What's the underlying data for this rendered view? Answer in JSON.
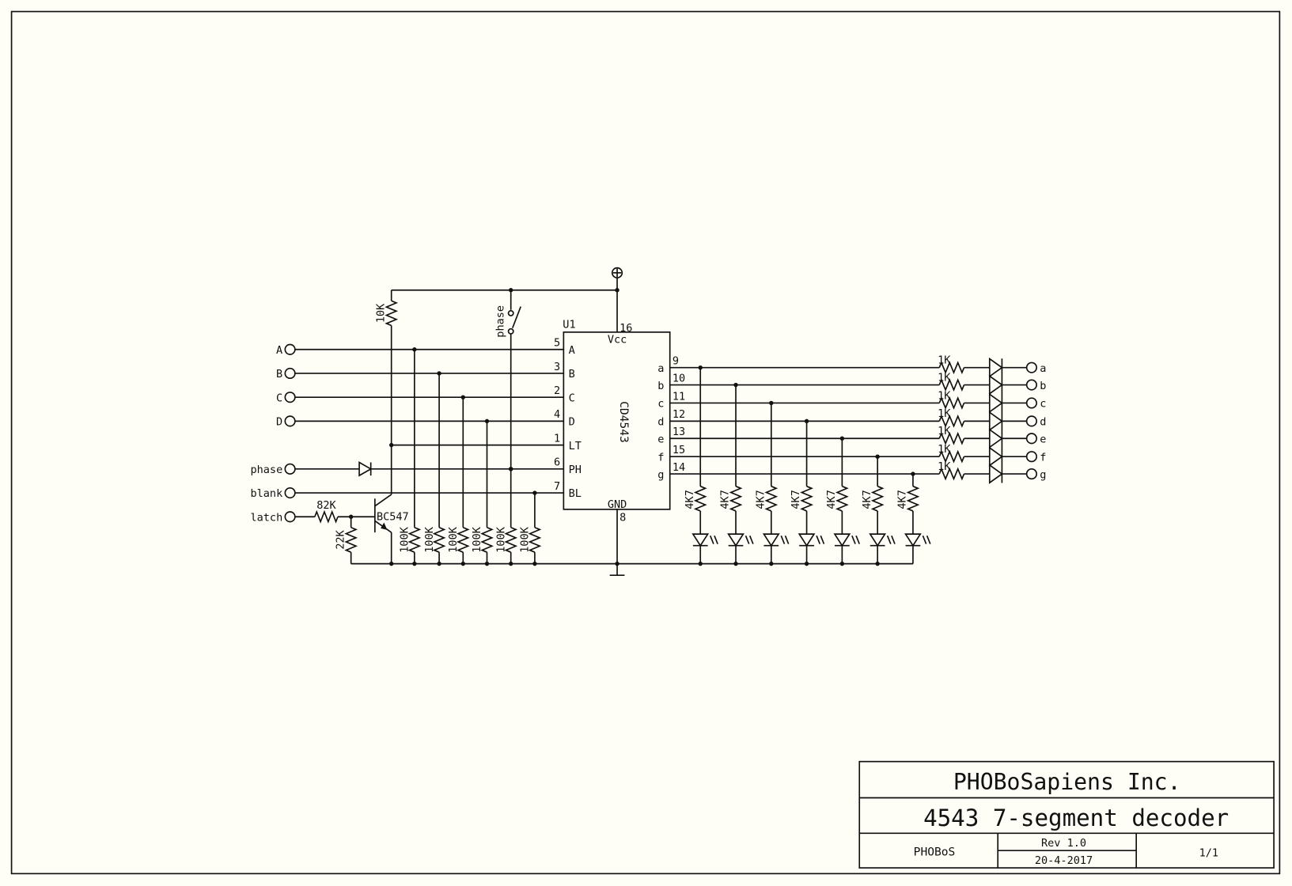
{
  "title_block": {
    "company": "PHOBoSapiens Inc.",
    "title": "4543 7-segment decoder",
    "author": "PHOBoS",
    "revision": "Rev 1.0",
    "date": "20-4-2017",
    "sheet": "1/1"
  },
  "ic": {
    "ref": "U1",
    "part": "CD4543",
    "vcc_label": "Vcc",
    "vcc_pin": "16",
    "gnd_label": "GND",
    "gnd_pin": "8",
    "inputs": [
      {
        "name": "A",
        "pin": "5"
      },
      {
        "name": "B",
        "pin": "3"
      },
      {
        "name": "C",
        "pin": "2"
      },
      {
        "name": "D",
        "pin": "4"
      },
      {
        "name": "LT",
        "pin": "1"
      },
      {
        "name": "PH",
        "pin": "6"
      },
      {
        "name": "BL",
        "pin": "7"
      }
    ],
    "outputs": [
      {
        "name": "a",
        "pin": "9"
      },
      {
        "name": "b",
        "pin": "10"
      },
      {
        "name": "c",
        "pin": "11"
      },
      {
        "name": "d",
        "pin": "12"
      },
      {
        "name": "e",
        "pin": "13"
      },
      {
        "name": "f",
        "pin": "15"
      },
      {
        "name": "g",
        "pin": "14"
      }
    ]
  },
  "input_terminals": [
    "A",
    "B",
    "C",
    "D",
    "phase",
    "blank",
    "latch"
  ],
  "output_terminals": [
    "a",
    "b",
    "c",
    "d",
    "e",
    "f",
    "g"
  ],
  "components": {
    "r_pullup": "10K",
    "switch_label": "phase",
    "r_base": "82K",
    "r_bias": "22K",
    "transistor": "BC547",
    "pulldowns": [
      "100K",
      "100K",
      "100K",
      "100K",
      "100K",
      "100K"
    ],
    "led_resistors": [
      "4K7",
      "4K7",
      "4K7",
      "4K7",
      "4K7",
      "4K7",
      "4K7"
    ],
    "output_resistors": [
      "1K",
      "1K",
      "1K",
      "1K",
      "1K",
      "1K",
      "1K"
    ]
  }
}
